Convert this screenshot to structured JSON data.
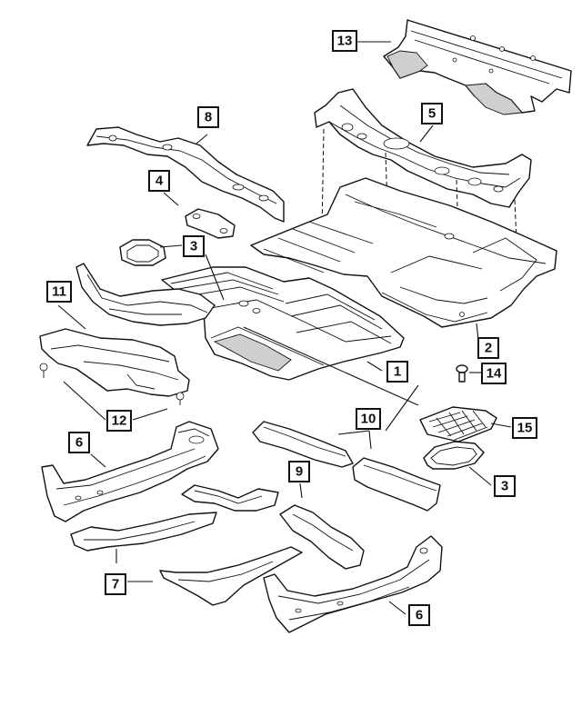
{
  "callouts": [
    {
      "id": "c1",
      "label": "1"
    },
    {
      "id": "c2",
      "label": "2"
    },
    {
      "id": "c3a",
      "label": "3"
    },
    {
      "id": "c3b",
      "label": "3"
    },
    {
      "id": "c4",
      "label": "4"
    },
    {
      "id": "c5",
      "label": "5"
    },
    {
      "id": "c6a",
      "label": "6"
    },
    {
      "id": "c6b",
      "label": "6"
    },
    {
      "id": "c7",
      "label": "7"
    },
    {
      "id": "c8",
      "label": "8"
    },
    {
      "id": "c9",
      "label": "9"
    },
    {
      "id": "c10",
      "label": "10"
    },
    {
      "id": "c11",
      "label": "11"
    },
    {
      "id": "c12",
      "label": "12"
    },
    {
      "id": "c13",
      "label": "13"
    },
    {
      "id": "c14",
      "label": "14"
    },
    {
      "id": "c15",
      "label": "15"
    }
  ]
}
